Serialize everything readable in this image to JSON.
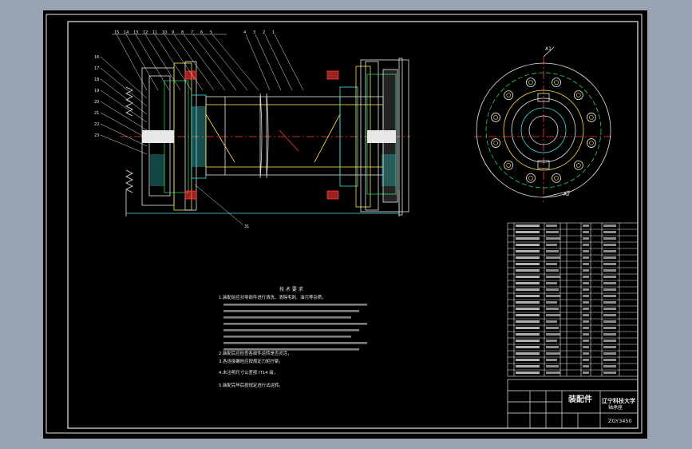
{
  "colors": {
    "outer_background": "#9aa3b1",
    "drawing_background": "#000000",
    "line_white": "#e8e8e8",
    "line_red": "#ff3b3b",
    "line_yellow": "#ffe14a",
    "line_green": "#2bd35a",
    "line_cyan": "#3fe0e0"
  },
  "tech_notes": {
    "heading": "技 术 要 求",
    "lines": [
      "1.装配前应对零部件进行清洗，清除毛刺、油污等杂质，",
      "2.装配后应检查各部件运转是否灵活，",
      "3.各连接螺栓应按规定力矩拧紧，",
      "4.未注明尺寸公差按 IT14 级，",
      "5.装配完毕后按规定进行试运转。"
    ]
  },
  "title_block": {
    "drawing_name": "装配件",
    "school": "辽宁科技大学",
    "sub_name": "轴承座",
    "drawing_no": "ZGY3450"
  },
  "parts": {
    "row_count": 24,
    "col_count": 8
  },
  "balloons": {
    "top": [
      "15",
      "14",
      "13",
      "12",
      "11",
      "10",
      "9",
      "8",
      "7",
      "6",
      "5",
      "4",
      "3",
      "2",
      "1"
    ],
    "left": [
      "16",
      "17",
      "18",
      "19",
      "20",
      "21",
      "22",
      "23"
    ],
    "bottom": [
      "31"
    ],
    "side_view": [
      "A2",
      "A1"
    ]
  }
}
